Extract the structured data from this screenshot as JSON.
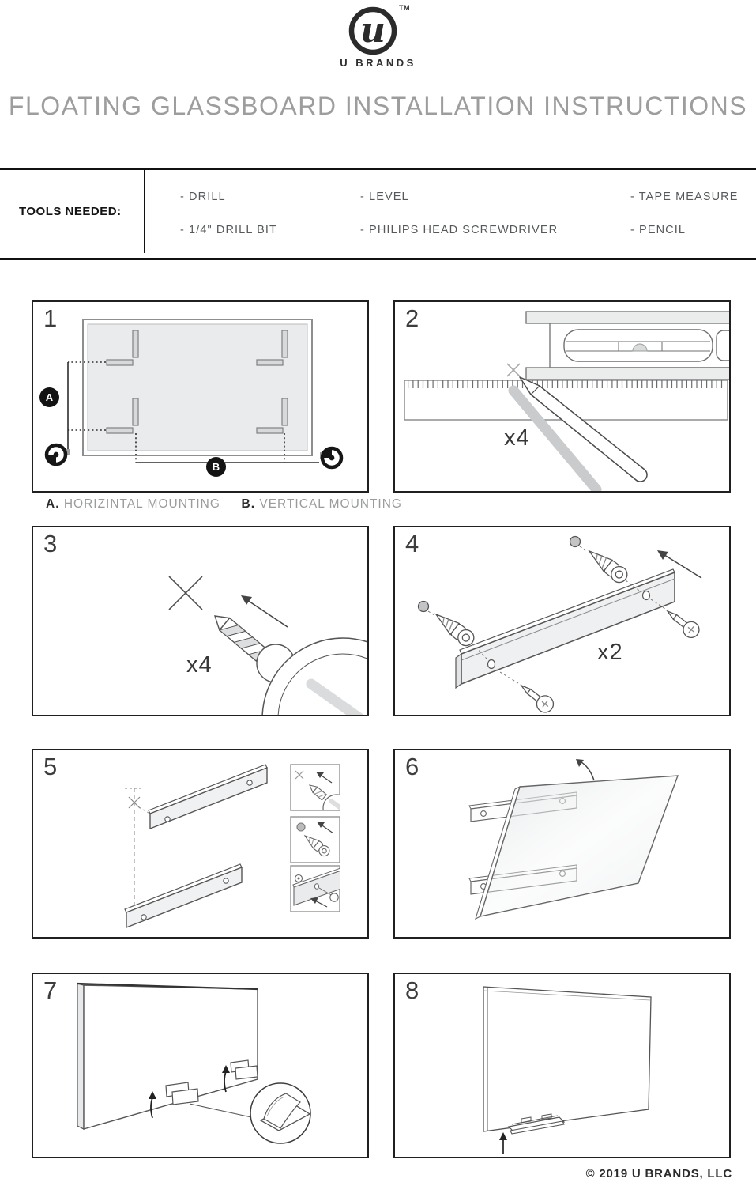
{
  "brand": {
    "logo_glyph": "u",
    "trademark": "TM",
    "name": "U BRANDS"
  },
  "title": "FLOATING GLASSBOARD INSTALLATION INSTRUCTIONS",
  "tools": {
    "label": "TOOLS NEEDED:",
    "columns": [
      [
        "- DRILL",
        "- 1/4\" DRILL BIT"
      ],
      [
        "- LEVEL",
        "- PHILIPS HEAD SCREWDRIVER"
      ],
      [
        "- TAPE MEASURE",
        "- PENCIL"
      ]
    ]
  },
  "steps": [
    {
      "number": "1",
      "badge_a": "A",
      "badge_b": "B"
    },
    {
      "number": "2",
      "multiplier": "x4"
    },
    {
      "number": "3",
      "multiplier": "x4"
    },
    {
      "number": "4",
      "multiplier": "x2"
    },
    {
      "number": "5"
    },
    {
      "number": "6"
    },
    {
      "number": "7"
    },
    {
      "number": "8"
    }
  ],
  "caption": {
    "a_label": "A.",
    "a_text": "HORIZINTAL MOUNTING",
    "b_label": "B.",
    "b_text": "VERTICAL MOUNTING"
  },
  "footer": "© 2019 U BRANDS, LLC",
  "colors": {
    "ink": "#202020",
    "line": "#555555",
    "panel_fill": "#e9ebec",
    "title_gray": "#9d9d9d"
  }
}
